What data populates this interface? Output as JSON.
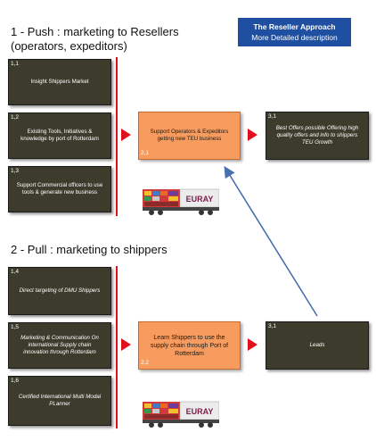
{
  "header": {
    "line1": "The Reseller Approach",
    "line2": "More Detailed description",
    "bg_color": "#1f4fa0"
  },
  "push": {
    "title": "1 - Push : marketing to Resellers (operators, expeditors)",
    "boxes": [
      {
        "num": "1,1",
        "text": "Insight Shippers Market"
      },
      {
        "num": "1,2",
        "text": "Existing Tools, Initiatives  & knowledge by port of Rotterdam"
      },
      {
        "num": "1,3",
        "text": "Support Commercial officers to use tools & generate new business"
      }
    ],
    "middle": {
      "num": "2,1",
      "text": "Support Operators & Expeditors getting new TEU business"
    },
    "result": {
      "num": "3,1",
      "text": "Best Offers possible Offering high quality offers and info to shippers TEU Growth"
    }
  },
  "pull": {
    "title": "2 - Pull : marketing to shippers",
    "boxes": [
      {
        "num": "1,4",
        "text": "Direct targeting of DMU Shippers"
      },
      {
        "num": "1,5",
        "text": "Marketing & Communication On international Supply chain innovation through Rotterdam"
      },
      {
        "num": "1,6",
        "text": "Certified International Multi Modal PLanner"
      }
    ],
    "middle": {
      "num": "2,2",
      "text": "Learn Shippers to use the supply chain through Port of Rotterdam"
    },
    "result": {
      "num": "3,1",
      "text": "Leads"
    }
  },
  "train_label": "EURAY",
  "colors": {
    "dark_box": "#3c3b2c",
    "orange_box": "#f79c5e",
    "red": "#e0101c",
    "connector": "#4a6fb0"
  }
}
